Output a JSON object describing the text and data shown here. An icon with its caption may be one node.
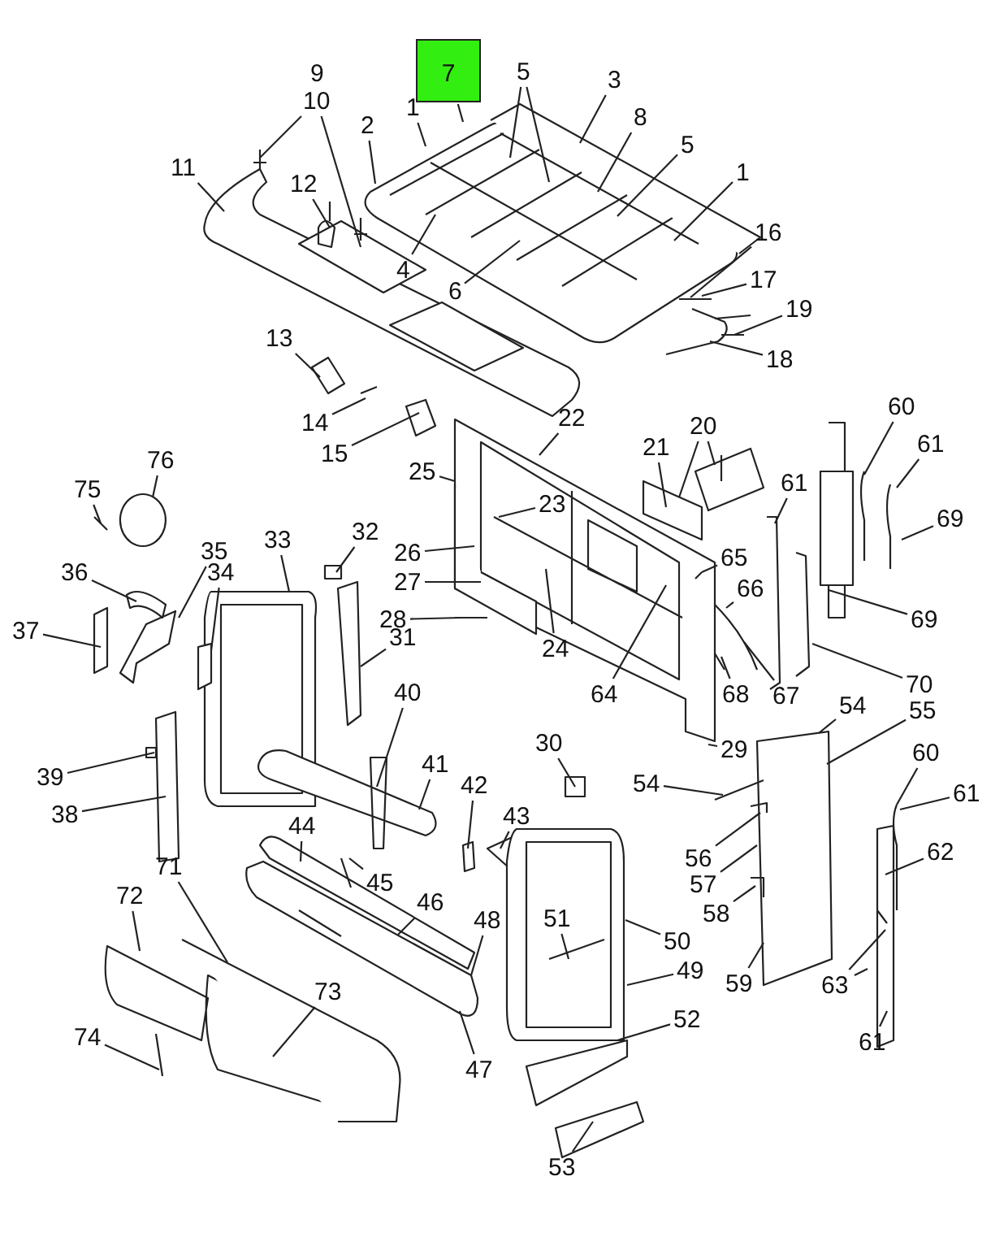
{
  "diagram": {
    "nodes": [
      {
        "text": [
          "7"
        ]
      },
      {
        "text": [
          "10"
        ]
      },
      {
        "text": [
          "5"
        ]
      },
      {
        "text": [
          "3"
        ]
      },
      {
        "text": [
          "1"
        ]
      },
      {
        "text": [
          "8"
        ]
      },
      {
        "text": [
          "2"
        ]
      },
      {
        "text": [
          "5"
        ]
      },
      {
        "text": [
          "11"
        ]
      },
      {
        "text": [
          "1"
        ]
      },
      {
        "text": [
          "12"
        ]
      },
      {
        "text": [
          "16"
        ]
      },
      {
        "text": [
          "4"
        ]
      },
      {
        "text": [
          "6"
        ]
      },
      {
        "text": [
          "17"
        ]
      },
      {
        "text": [
          "19"
        ]
      },
      {
        "text": [
          "13"
        ]
      },
      {
        "text": [
          "18"
        ]
      },
      {
        "text": [
          "60"
        ]
      },
      {
        "text": [
          "22"
        ]
      },
      {
        "text": [
          "14"
        ]
      },
      {
        "text": [
          "20"
        ]
      },
      {
        "text": [
          "61"
        ]
      },
      {
        "text": [
          "21"
        ]
      },
      {
        "text": [
          "15"
        ]
      },
      {
        "text": [
          "76"
        ]
      },
      {
        "text": [
          "25"
        ]
      },
      {
        "text": [
          "61"
        ]
      },
      {
        "text": [
          "75"
        ]
      },
      {
        "text": [
          "23"
        ]
      },
      {
        "text": [
          "69"
        ]
      },
      {
        "text": [
          "32"
        ]
      },
      {
        "text": [
          "33"
        ]
      },
      {
        "text": [
          "35"
        ]
      },
      {
        "text": [
          "26"
        ]
      },
      {
        "text": [
          "65"
        ]
      },
      {
        "text": [
          "36"
        ]
      },
      {
        "text": [
          "34"
        ]
      },
      {
        "text": [
          "27"
        ]
      },
      {
        "text": [
          "66"
        ]
      },
      {
        "text": [
          "28"
        ]
      },
      {
        "text": [
          "69"
        ]
      },
      {
        "text": [
          "37"
        ]
      },
      {
        "text": [
          "31"
        ]
      },
      {
        "text": [
          "24"
        ]
      },
      {
        "text": [
          "70"
        ]
      },
      {
        "text": [
          "40"
        ]
      },
      {
        "text": [
          "64"
        ]
      },
      {
        "text": [
          "54"
        ]
      },
      {
        "text": [
          "55"
        ]
      },
      {
        "text": [
          "67"
        ]
      },
      {
        "text": [
          "68"
        ]
      },
      {
        "text": [
          "29"
        ]
      },
      {
        "text": [
          "30"
        ]
      },
      {
        "text": [
          "60"
        ]
      },
      {
        "text": [
          "41"
        ]
      },
      {
        "text": [
          "39"
        ]
      },
      {
        "text": [
          "54"
        ]
      },
      {
        "text": [
          "42"
        ]
      },
      {
        "text": [
          "61"
        ]
      },
      {
        "text": [
          "43"
        ]
      },
      {
        "text": [
          "38"
        ]
      },
      {
        "text": [
          "44"
        ]
      },
      {
        "text": [
          "56"
        ]
      },
      {
        "text": [
          "62"
        ]
      },
      {
        "text": [
          "71"
        ]
      },
      {
        "text": [
          "45"
        ]
      },
      {
        "text": [
          "57"
        ]
      },
      {
        "text": [
          "72"
        ]
      },
      {
        "text": [
          "46"
        ]
      },
      {
        "text": [
          "58"
        ]
      },
      {
        "text": [
          "51"
        ]
      },
      {
        "text": [
          "48"
        ]
      },
      {
        "text": [
          "50"
        ]
      },
      {
        "text": [
          "49"
        ]
      },
      {
        "text": [
          "59"
        ]
      },
      {
        "text": [
          "63"
        ]
      },
      {
        "text": [
          "73"
        ]
      },
      {
        "text": [
          "52"
        ]
      },
      {
        "text": [
          "74"
        ]
      },
      {
        "text": [
          "61"
        ]
      },
      {
        "text": [
          "47"
        ]
      },
      {
        "text": [
          "53"
        ]
      }
    ],
    "edges": [
      {
        "from": 0,
        "to": null,
        "arrow": "none"
      },
      {
        "from": 1,
        "to": null,
        "arrow": "none"
      },
      {
        "from": 1,
        "to": null,
        "arrow": "none"
      },
      {
        "from": 2,
        "to": null,
        "arrow": "none"
      },
      {
        "from": 2,
        "to": null,
        "arrow": "none"
      },
      {
        "from": 3,
        "to": null,
        "arrow": "none"
      },
      {
        "from": 4,
        "to": null,
        "arrow": "none"
      },
      {
        "from": 5,
        "to": null,
        "arrow": "none"
      },
      {
        "from": 6,
        "to": null,
        "arrow": "none"
      },
      {
        "from": 7,
        "to": null,
        "arrow": "none"
      },
      {
        "from": 8,
        "to": null,
        "arrow": "none"
      },
      {
        "from": 9,
        "to": null,
        "arrow": "none"
      },
      {
        "from": 10,
        "to": null,
        "arrow": "none"
      },
      {
        "from": 11,
        "to": null,
        "arrow": "none"
      },
      {
        "from": 12,
        "to": null,
        "arrow": "none"
      },
      {
        "from": 13,
        "to": null,
        "arrow": "none"
      },
      {
        "from": 14,
        "to": null,
        "arrow": "none"
      },
      {
        "from": 15,
        "to": null,
        "arrow": "none"
      },
      {
        "from": 16,
        "to": null,
        "arrow": "none"
      },
      {
        "from": 17,
        "to": null,
        "arrow": "none"
      },
      {
        "from": 18,
        "to": null,
        "arrow": "none"
      },
      {
        "from": 19,
        "to": null,
        "arrow": "none"
      },
      {
        "from": 20,
        "to": null,
        "arrow": "none"
      },
      {
        "from": 21,
        "to": null,
        "arrow": "none"
      },
      {
        "from": 21,
        "to": null,
        "arrow": "none"
      },
      {
        "from": 22,
        "to": null,
        "arrow": "none"
      },
      {
        "from": 23,
        "to": null,
        "arrow": "none"
      },
      {
        "from": 24,
        "to": null,
        "arrow": "none"
      },
      {
        "from": 25,
        "to": null,
        "arrow": "none"
      },
      {
        "from": 26,
        "to": null,
        "arrow": "none"
      },
      {
        "from": 27,
        "to": null,
        "arrow": "none"
      },
      {
        "from": 28,
        "to": null,
        "arrow": "none"
      },
      {
        "from": 29,
        "to": null,
        "arrow": "none"
      },
      {
        "from": 30,
        "to": null,
        "arrow": "none"
      },
      {
        "from": 31,
        "to": null,
        "arrow": "none"
      },
      {
        "from": 32,
        "to": null,
        "arrow": "none"
      },
      {
        "from": 33,
        "to": null,
        "arrow": "none"
      },
      {
        "from": 34,
        "to": null,
        "arrow": "none"
      },
      {
        "from": 35,
        "to": null,
        "arrow": "none"
      },
      {
        "from": 36,
        "to": null,
        "arrow": "none"
      },
      {
        "from": 37,
        "to": null,
        "arrow": "none"
      },
      {
        "from": 38,
        "to": null,
        "arrow": "none"
      },
      {
        "from": 39,
        "to": null,
        "arrow": "none"
      },
      {
        "from": 40,
        "to": null,
        "arrow": "none"
      },
      {
        "from": 41,
        "to": null,
        "arrow": "none"
      },
      {
        "from": 42,
        "to": null,
        "arrow": "none"
      },
      {
        "from": 43,
        "to": null,
        "arrow": "none"
      },
      {
        "from": 44,
        "to": null,
        "arrow": "none"
      },
      {
        "from": 45,
        "to": null,
        "arrow": "none"
      },
      {
        "from": 46,
        "to": null,
        "arrow": "none"
      },
      {
        "from": 47,
        "to": null,
        "arrow": "none"
      },
      {
        "from": 48,
        "to": null,
        "arrow": "none"
      },
      {
        "from": 49,
        "to": null,
        "arrow": "none"
      },
      {
        "from": 50,
        "to": null,
        "arrow": "none"
      },
      {
        "from": 51,
        "to": null,
        "arrow": "none"
      },
      {
        "from": 52,
        "to": null,
        "arrow": "none"
      },
      {
        "from": 53,
        "to": null,
        "arrow": "none"
      },
      {
        "from": 54,
        "to": null,
        "arrow": "none"
      },
      {
        "from": 55,
        "to": null,
        "arrow": "none"
      },
      {
        "from": 56,
        "to": null,
        "arrow": "none"
      },
      {
        "from": 57,
        "to": null,
        "arrow": "none"
      },
      {
        "from": 58,
        "to": null,
        "arrow": "none"
      },
      {
        "from": 59,
        "to": null,
        "arrow": "none"
      },
      {
        "from": 60,
        "to": null,
        "arrow": "none"
      },
      {
        "from": 61,
        "to": null,
        "arrow": "none"
      },
      {
        "from": 62,
        "to": null,
        "arrow": "none"
      },
      {
        "from": 63,
        "to": null,
        "arrow": "none"
      },
      {
        "from": 64,
        "to": null,
        "arrow": "none"
      },
      {
        "from": 65,
        "to": null,
        "arrow": "none"
      },
      {
        "from": 66,
        "to": null,
        "arrow": "none"
      },
      {
        "from": 67,
        "to": null,
        "arrow": "none"
      },
      {
        "from": 68,
        "to": null,
        "arrow": "none"
      },
      {
        "from": 69,
        "to": null,
        "arrow": "none"
      },
      {
        "from": 70,
        "to": null,
        "arrow": "none"
      },
      {
        "from": 71,
        "to": null,
        "arrow": "none"
      },
      {
        "from": 72,
        "to": null,
        "arrow": "none"
      },
      {
        "from": 73,
        "to": null,
        "arrow": "none"
      },
      {
        "from": 74,
        "to": null,
        "arrow": "none"
      },
      {
        "from": 75,
        "to": null,
        "arrow": "none"
      },
      {
        "from": 76,
        "to": null,
        "arrow": "none"
      },
      {
        "from": 77,
        "to": null,
        "arrow": "none"
      },
      {
        "from": 78,
        "to": null,
        "arrow": "none"
      },
      {
        "from": 79,
        "to": null,
        "arrow": "none"
      },
      {
        "from": 80,
        "to": null,
        "arrow": "none"
      },
      {
        "from": 81,
        "to": null,
        "arrow": "none"
      },
      {
        "from": 82,
        "to": null,
        "arrow": "none"
      }
    ],
    "labels": [
      "9"
    ]
  }
}
